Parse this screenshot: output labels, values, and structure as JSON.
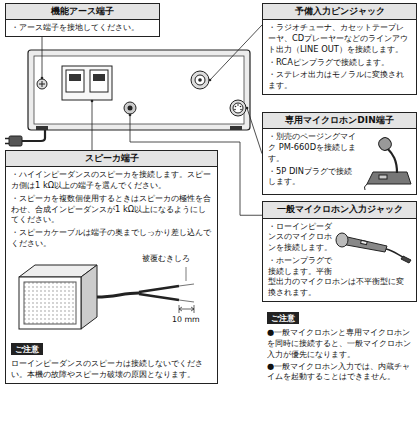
{
  "diagram": {
    "nodes": [
      {
        "text": [
          "機能アース端子",
          "・アース端子を接地してください。"
        ]
      },
      {
        "text": [
          "予備入力ピンジャック",
          "・ラジオチューナ、カセットテープレーヤ、CDプレーヤーなどのラインアウト出力（LINE OUT）を接続します。",
          "・RCAピンプラグで接続します。",
          "・ステレオ出力はモノラルに変換されます。"
        ]
      },
      {
        "text": [
          "専用マイクロホンDIN端子",
          "・別売のページングマイク PM-660Dを接続します。",
          "・5P DINプラグで接続します。"
        ]
      },
      {
        "text": [
          "スピーカ端子",
          "・ハイインピーダンスのスピーカを接続します。スピーカ側は1 kΩ以上の端子を選んでください。",
          "・スピーカを複数個使用するときはスピーカの極性を合わせ、合成インピーダンスが1 kΩ以上になるようにしてください。",
          "・スピーカケーブルは端子の奥までしっかり差し込んでください。"
        ]
      },
      {
        "text": [
          "一般マイクロホン入力ジャック",
          "・ローインピーダンスのマイクロホンを接続します。",
          "・ホーンプラグで接続します。平衡型出力のマイクロホンは不平衡型に変換されます。"
        ]
      }
    ],
    "labels": [
      "被覆むきしろ",
      "10 mm",
      "ご注意",
      "ローインピーダンスのスピーカは接続しないでください。本機の故障やスピーカ破壊の原因となります。",
      "ご注意",
      "●一般マイクロホンと専用マイクロホンを同時に接続すると、一般マイクロホン入力が優先になります。",
      "●一般マイクロホン入力では、内蔵チャイムを起動することはできません。"
    ]
  }
}
